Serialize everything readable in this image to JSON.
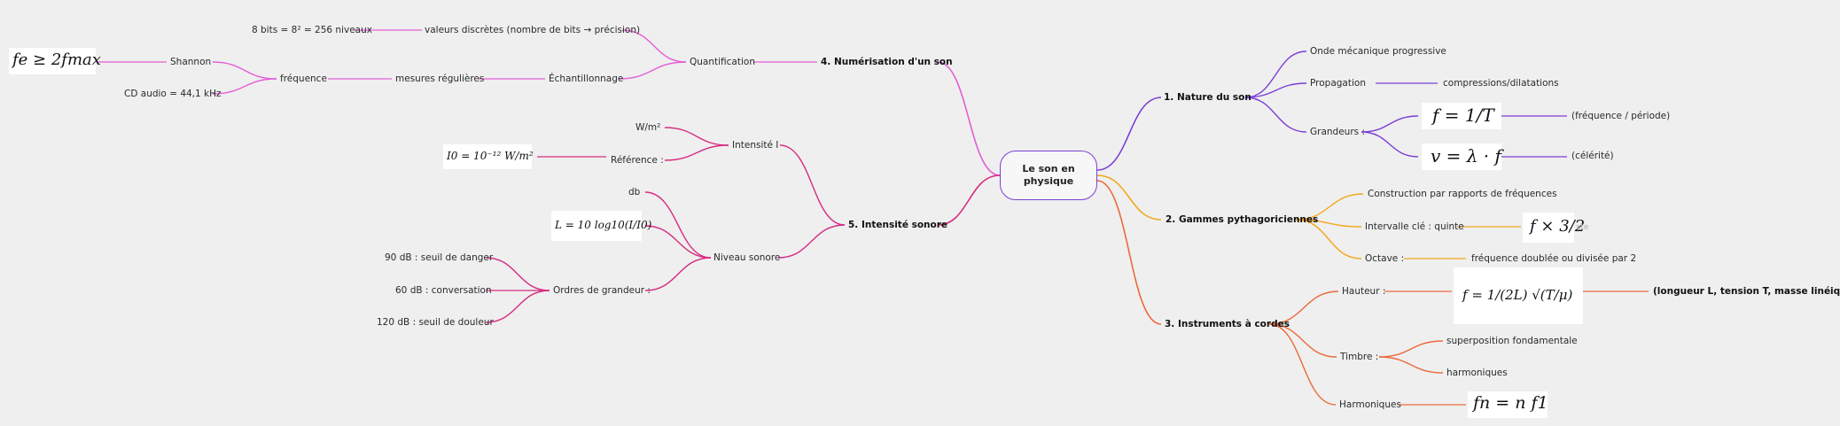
{
  "colors": {
    "nature": "#7b3fd6",
    "gammes": "#f0a81c",
    "cordes": "#ec6a3c",
    "numerisation": "#e35fd6",
    "intensite": "#d62c82"
  },
  "root": {
    "label": "Le son en physique"
  },
  "nature": {
    "label": "1. Nature du son",
    "onde": "Onde mécanique progressive",
    "propagation": "Propagation",
    "compressions": "compressions/dilatations",
    "grandeurs": "Grandeurs :",
    "formula1": "f = 1/T",
    "formula1_note": "(fréquence / période)",
    "formula2": "v = λ · f",
    "formula2_note": "(célérité)"
  },
  "gammes": {
    "label": "2. Gammes pythagoriciennes",
    "construction": "Construction par rapports de fréquences",
    "intervalle": "Intervalle clé : quinte",
    "quinte_formula": "f × 3/2",
    "quinte_ghost": "xte",
    "octave": "Octave :",
    "octave_note": "fréquence doublée ou divisée par 2"
  },
  "cordes": {
    "label": "3. Instruments à cordes",
    "hauteur": "Hauteur :",
    "hauteur_formula": "f = 1/(2L) √(T/μ)",
    "hauteur_note": "(longueur L, tension T, masse linéique μ)",
    "timbre": "Timbre :",
    "superposition": "superposition fondamentale",
    "harmoniques_small": "harmoniques",
    "harmoniques": "Harmoniques",
    "harmoniques_formula": "fn = n f1"
  },
  "numerisation": {
    "label": "4. Numérisation d'un son",
    "quantification": "Quantification",
    "valeurs": "valeurs discrètes (nombre de bits → précision)",
    "bits": "8 bits = 8² = 256 niveaux",
    "echantillonnage": "Échantillonnage",
    "mesures": "mesures régulières",
    "frequence": "fréquence",
    "shannon": "Shannon",
    "shannon_formula": "fe ≥ 2fmax",
    "cd": "CD audio = 44,1 kHz"
  },
  "intensite": {
    "label": "5. Intensité sonore",
    "intensite_i": "Intensité I",
    "wm2": "W/m²",
    "reference": "Référence :",
    "ref_formula": "I0 = 10⁻¹² W/m²",
    "niveau": "Niveau sonore",
    "db": "db",
    "niveau_formula": "L = 10 log10(I/I0)",
    "ordres": "Ordres de grandeur :",
    "danger": "90 dB : seuil de danger",
    "conversation": "60 dB : conversation",
    "douleur": "120 dB : seuil de douleur"
  }
}
